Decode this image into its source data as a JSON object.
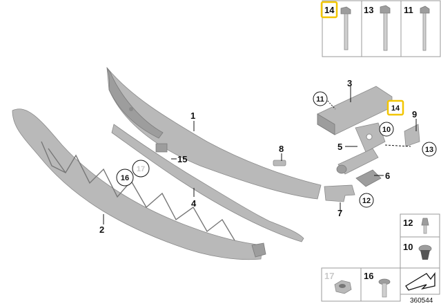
{
  "diagram": {
    "reference_number": "360544",
    "callouts": {
      "c1": "1",
      "c2": "2",
      "c3": "3",
      "c4": "4",
      "c5": "5",
      "c6": "6",
      "c7": "7",
      "c8": "8",
      "c9": "9",
      "c10": "10",
      "c11": "11",
      "c12": "12",
      "c13": "13",
      "c14": "14",
      "c15": "15",
      "c16": "16",
      "c17": "17"
    },
    "fastener_box_top": [
      "14",
      "13",
      "11"
    ],
    "fastener_box_side": [
      "12",
      "10"
    ],
    "fastener_box_bottom": [
      "17",
      "16"
    ],
    "highlight_color": "#f2c500"
  }
}
